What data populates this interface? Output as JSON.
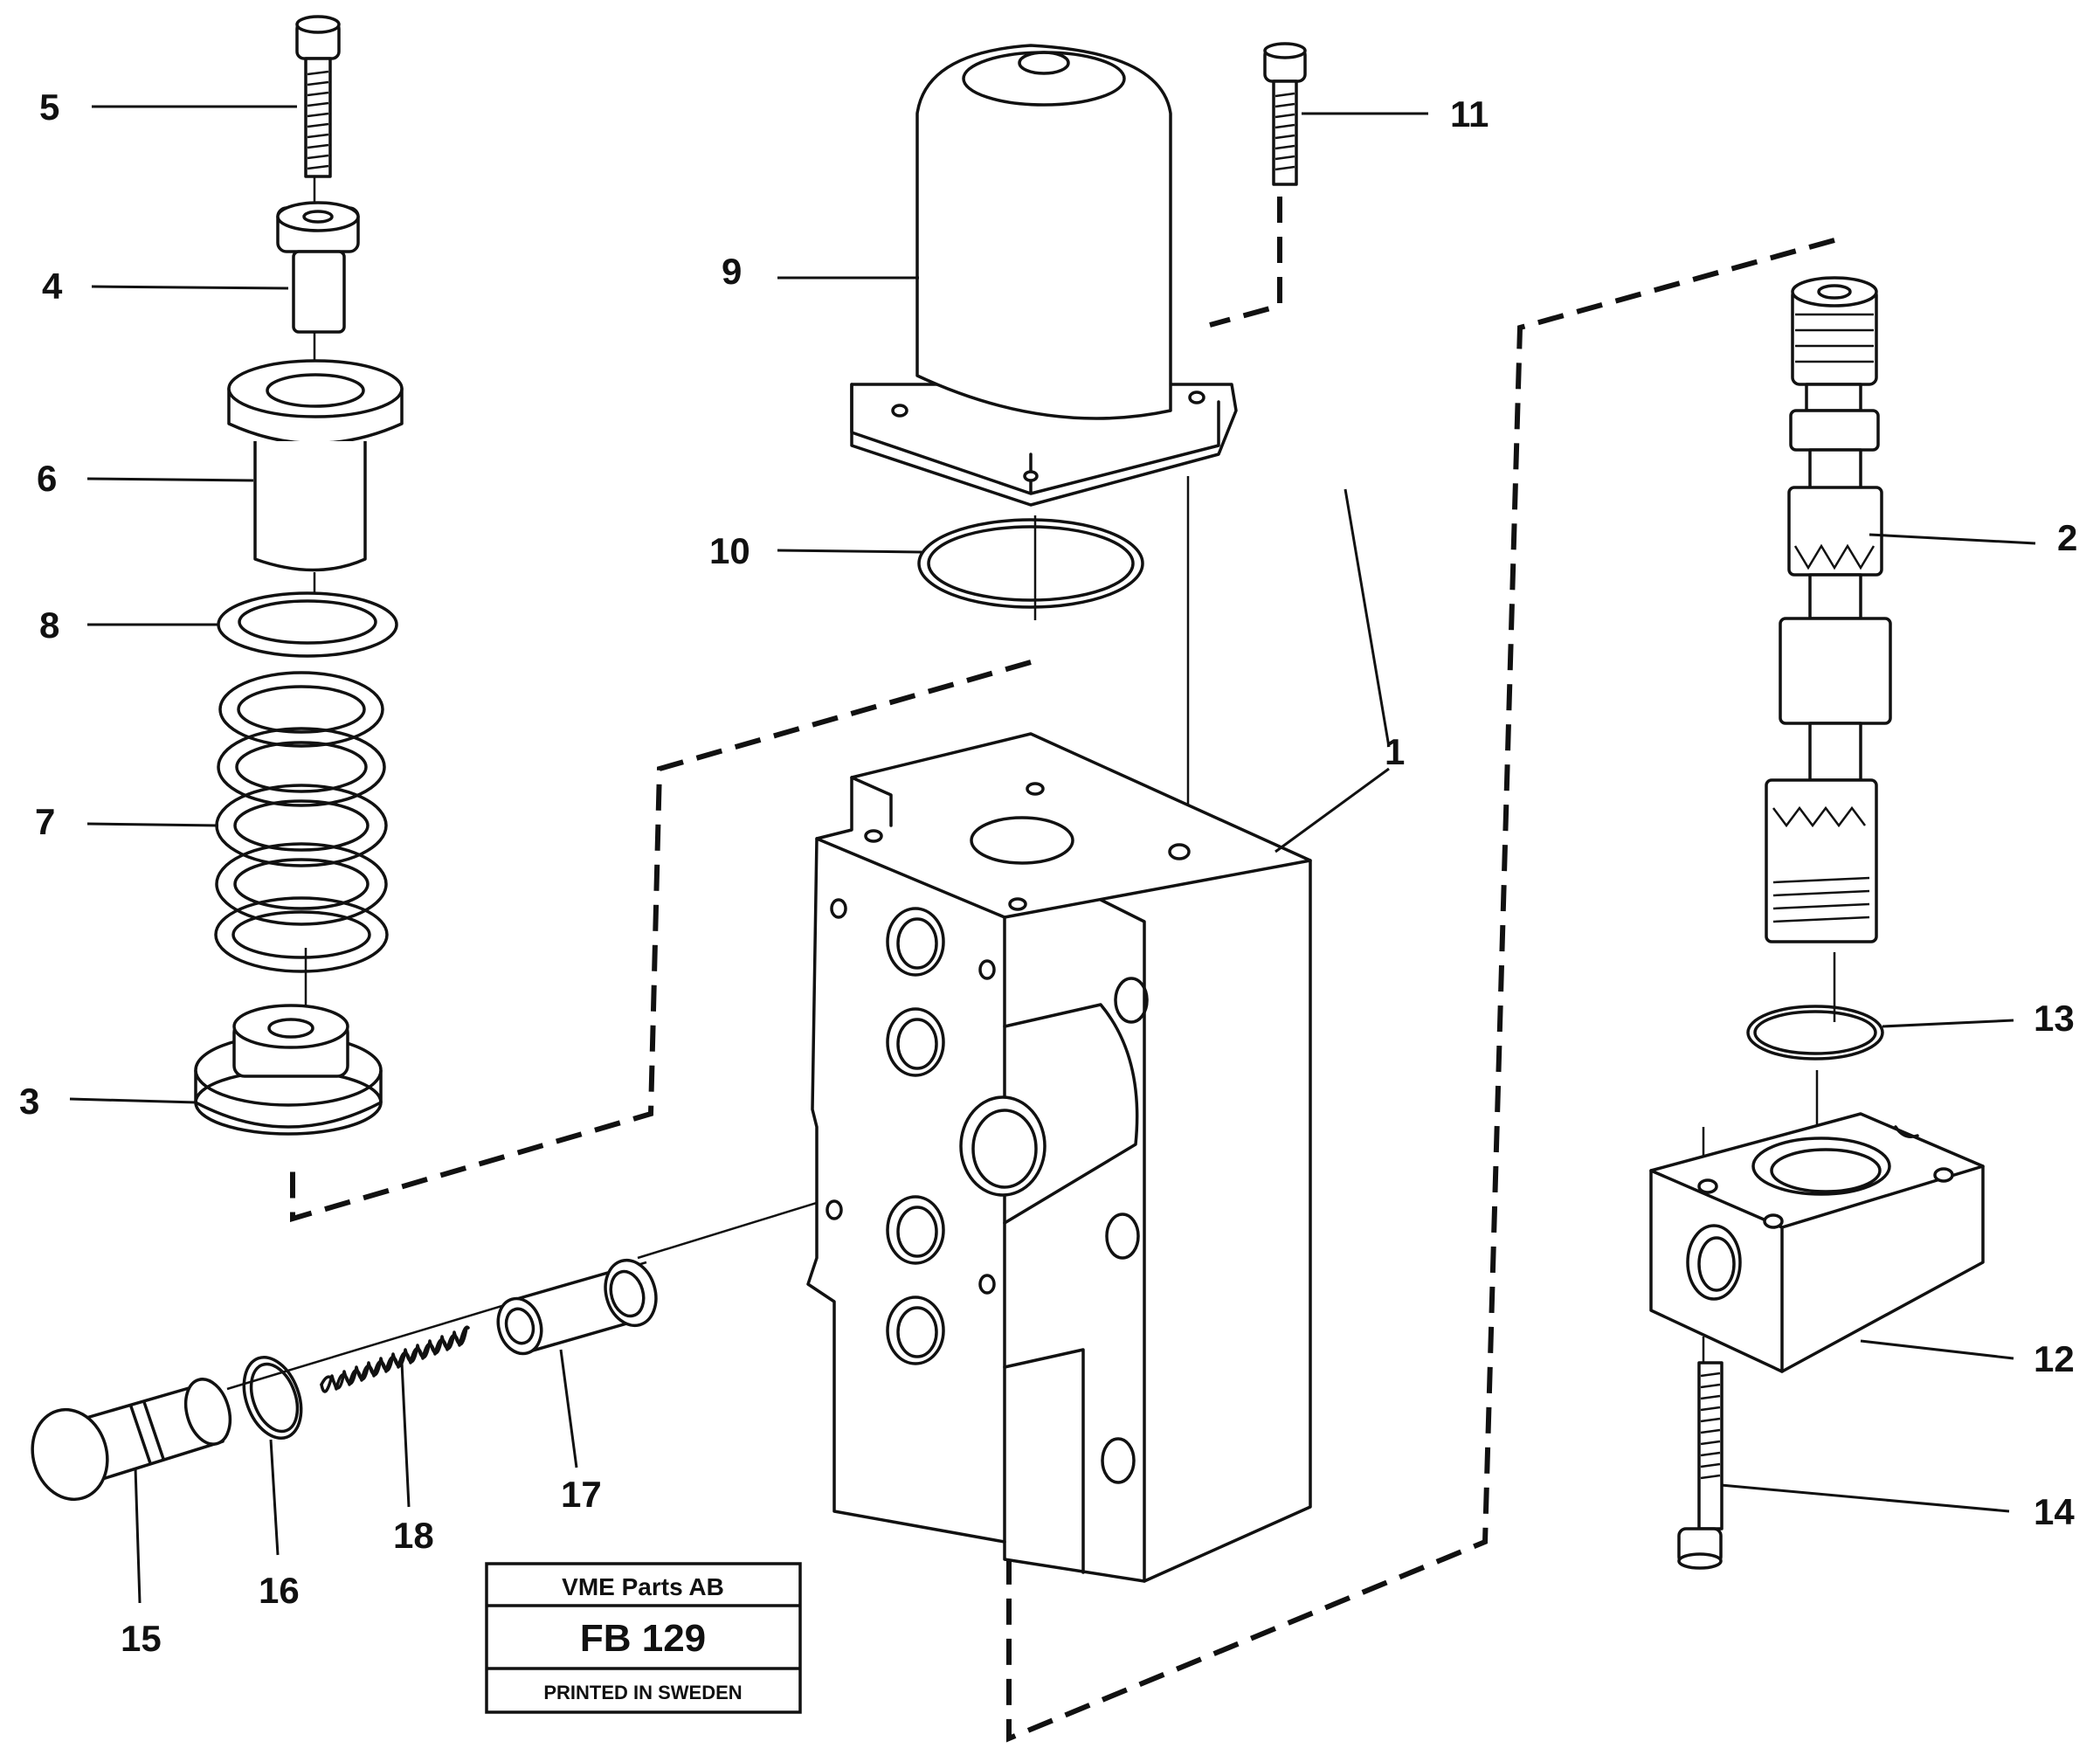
{
  "callouts": [
    "1",
    "2",
    "3",
    "4",
    "5",
    "6",
    "7",
    "8",
    "9",
    "10",
    "11",
    "12",
    "13",
    "14",
    "15",
    "16",
    "17",
    "18"
  ],
  "title_block": {
    "company": "VME Parts AB",
    "code": "FB 129",
    "printed": "PRINTED IN SWEDEN"
  },
  "colors": {
    "ink": "#111111",
    "paper": "#ffffff"
  }
}
